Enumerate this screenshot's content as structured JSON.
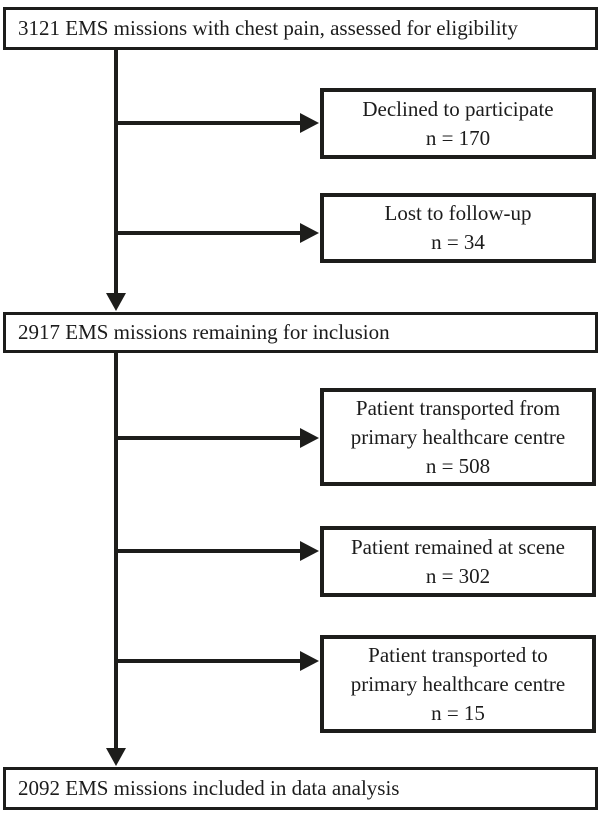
{
  "flow": {
    "boxes": {
      "assessed": {
        "text": "3121 EMS missions with chest pain, assessed for eligibility"
      },
      "declined": {
        "text": "Declined to participate\nn = 170"
      },
      "lost": {
        "text": "Lost to follow-up\nn = 34"
      },
      "remaining": {
        "text": "2917 EMS missions remaining for inclusion"
      },
      "transport_from": {
        "text": "Patient transported from\nprimary healthcare centre\nn = 508"
      },
      "remained": {
        "text": "Patient remained at scene\nn = 302"
      },
      "transport_to": {
        "text": "Patient transported to\nprimary healthcare centre\nn = 15"
      },
      "included": {
        "text": "2092 EMS missions included in data analysis"
      }
    },
    "line_color": "#1d1d1b"
  }
}
